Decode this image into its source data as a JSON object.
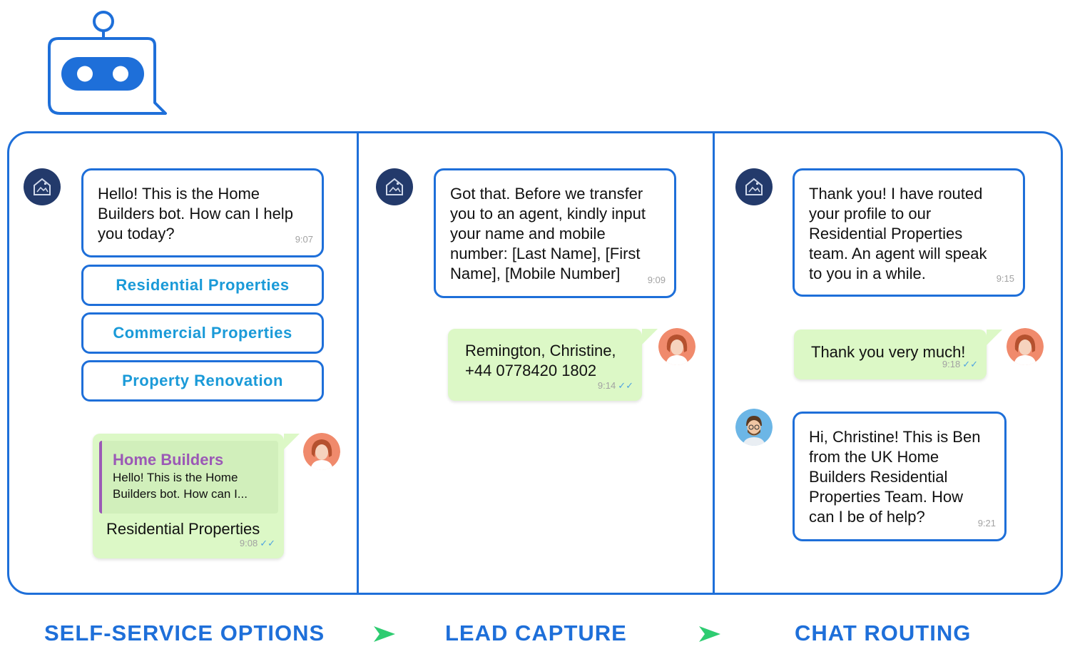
{
  "colors": {
    "accent": "#1e6fd9",
    "option_text": "#1a9ad8",
    "green_bubble": "#dcf8c6",
    "reply_quote": "#9b59b6",
    "arrow": "#2ecc71",
    "bot_avatar": "#233a6b"
  },
  "steps": [
    {
      "label": "SELF-SERVICE OPTIONS"
    },
    {
      "label": "LEAD CAPTURE"
    },
    {
      "label": "CHAT ROUTING"
    }
  ],
  "panel1": {
    "bot_message": "Hello! This is the Home\nBuilders bot. How can I help\nyou today?",
    "bot_time": "9:07",
    "options": [
      "Residential Properties",
      "Commercial Properties",
      "Property Renovation"
    ],
    "reply": {
      "quote_title": "Home Builders",
      "quote_text": "Hello! This is the Home\nBuilders bot. How can I...",
      "text": "Residential Properties",
      "time": "9:08"
    }
  },
  "panel2": {
    "bot_message": "Got that. Before we transfer\nyou to an agent, kindly input\nyour name and mobile\nnumber: [Last Name], [First\nName], [Mobile Number]",
    "bot_time": "9:09",
    "user_message": "Remington, Christine,\n+44 0778420 1802",
    "user_time": "9:14"
  },
  "panel3": {
    "bot_message": "Thank you! I have routed\nyour profile to our\nResidential Properties\nteam. An agent will speak\nto you in a while.",
    "bot_time": "9:15",
    "user_message": "Thank you very much!",
    "user_time": "9:18",
    "agent_message": "Hi, Christine! This is Ben\nfrom the UK Home\nBuilders Residential\nProperties Team. How\ncan I be of help?",
    "agent_time": "9:21"
  },
  "icons": {
    "logo": "robot-chat-icon",
    "bot": "house-logo-icon",
    "user": "woman-avatar",
    "agent": "man-avatar",
    "read": "double-check-icon",
    "step_arrow": "arrow-right-icon"
  }
}
